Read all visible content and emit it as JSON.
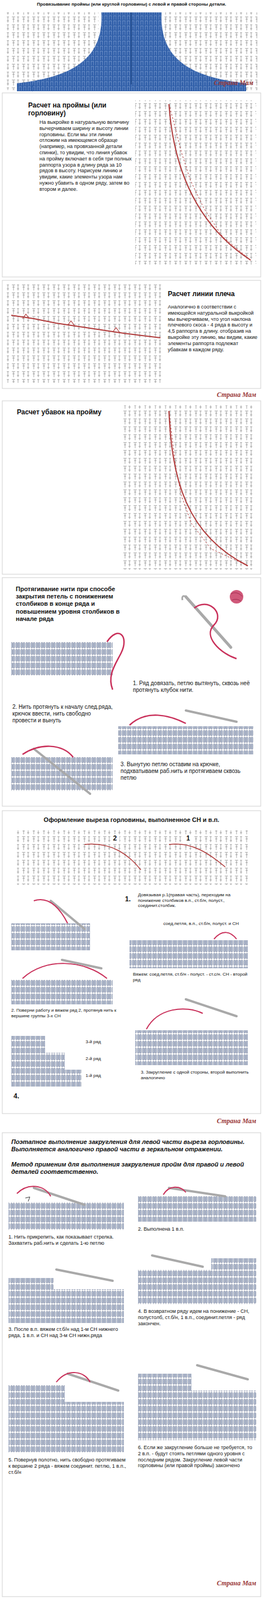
{
  "diagram": {
    "title": "Провязывание проймы (или круглой горловины) с левой и правой стороны детали.",
    "labels": [
      "Страна Мам",
      "Расчет на проймы (или горловину)",
      "На выкройке в натуральную величину вычерчиваем ширину и высоту линии горловины. Если мы эти линии отложим на имеющемся образце (например, на провязанной детали спинки), то увидим, что линия убавок на пройму включает в себя три полных раппорта узора в длину ряда за 10 рядов в высоту. Нарисуем линию и увидим, какие элементы узора нам нужно убавить в одном ряду, затем во втором и далее.",
      "Расчет линии плеча",
      "Аналогично в соответствии с имеющейся натуральной выкройкой мы вычерчиваем, что угол наклона плечевого скоса - 4 ряда в высоту и 4,5 раппорта в длину. отобразив на выкройке эту линию, мы видим, какие элементы раппорта подлежат убавкам в каждом ряду.",
      "Страна Мам",
      "Расчет убавок на пройму",
      "Протягивание нити при способе закрытия петель с понижением столбиков в конце ряда и повышением уровня столбиков в начале ряда",
      "1. Ряд довязать, петлю вытянуть, сквозь неё протянуть клубок нити.",
      "2. Нить протянуть к началу след.ряда, крючок ввести, нить свободно провести и вынуть",
      "3. Вынутую петлю оставим на крючке, подхватываем раб.нить и протягиваем сквозь петлю",
      "Оформление выреза горловины, выполненное СН и в.п.",
      "2",
      "1",
      "Довязывая р.1(правая часть), переходим на понижение столбиков в.п., ст.б/н, полуст., соединит.столбик.",
      "1.",
      "соед.петля, в.п., ст.б/н, полуст. и СН",
      "Вяжем: соед.петля, ст.б/н - полуст. - ст.с/н. СН - второй ряд",
      "2. Поверни работу и вяжем ряд 2, протянув нить к вершине группы 3-х СН",
      "3-й ряд",
      "2-й ряд",
      "1-й ряд",
      "3. Закругление с одной стороны, второй выполнить аналогично",
      "4.",
      "Страна Мам",
      "Поэтапное выполнение закругления для левой части выреза горловины. Выполняется аналогично правой части в зеркальном отражении.",
      "Метод применим для выполнения закругления пройм для правой и левой деталей соответственно.",
      "1. Нить прикрепить, как показывает стрелка. Захватить раб.нить и сделать 1-ю петлю",
      "2. Выполнена 1 в.п.",
      "3. После в.п. вяжем ст.б/н над 1-м СН нижнего ряда, 1 в.п. и СН над 3-м СН нижн.ряда",
      "4. В возвратном ряду идем на понижение - СН, полустолб, ст.б/н, 1 в.п., соединит.петля - ряд закончен.",
      "5. Повернув полотно, нить свободно протягиваем к вершине 2 ряда - вяжем соединит. петлю, 1 в.п., ст.б/н",
      "6. Если же закругление больше не требуется, то 2 в.п. - будут стоять петлями одного уровня с последним рядом. Закругление левой части горловины (или правой проймы) закончено",
      "Страна Мам"
    ]
  }
}
